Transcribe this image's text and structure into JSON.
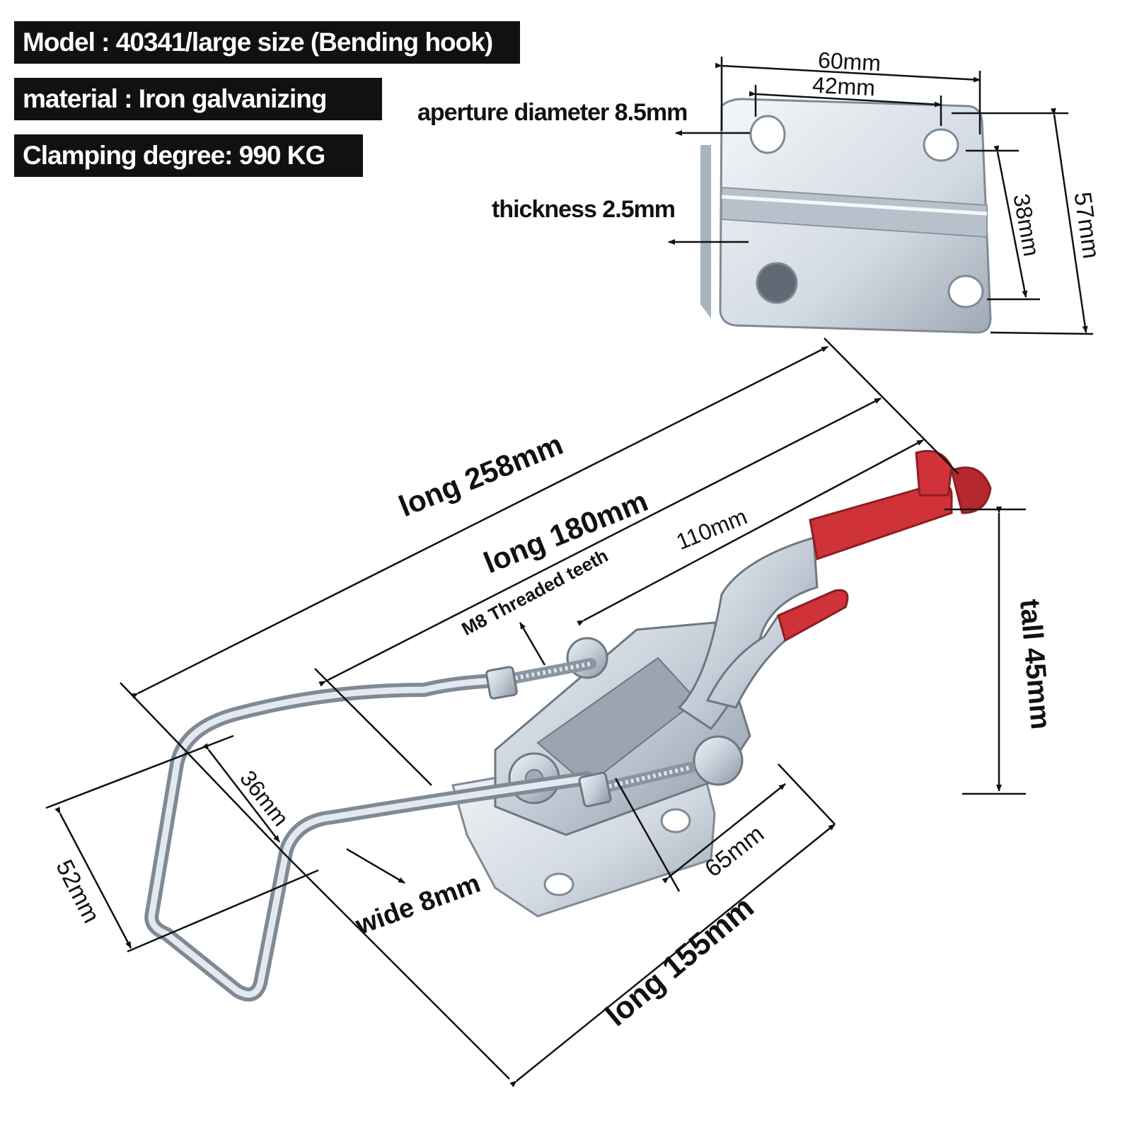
{
  "specs": {
    "model": "Model : 40341/large size (Bending hook)",
    "material": "material : Iron galvanizing",
    "clamping": "Clamping degree: 990 KG"
  },
  "plate_dims": {
    "width_60": "60mm",
    "hole_spacing_42": "42mm",
    "aperture": "aperture diameter 8.5mm",
    "thickness": "thickness 2.5mm",
    "hole_vertical_38": "38mm",
    "height_57": "57mm"
  },
  "clamp_dims": {
    "long_258": "long 258mm",
    "long_180": "long 180mm",
    "len_110": "110mm",
    "thread": "M8 Threaded teeth",
    "tall_45": "tall 45mm",
    "hook_36": "36mm",
    "hook_52": "52mm",
    "wire_wide": "wide 8mm",
    "base_65": "65mm",
    "long_155": "long 155mm"
  },
  "colors": {
    "metal": "#c9d0d8",
    "metal_dark": "#7f8a96",
    "handle_red": "#d0323a",
    "annotation": "#111111"
  }
}
